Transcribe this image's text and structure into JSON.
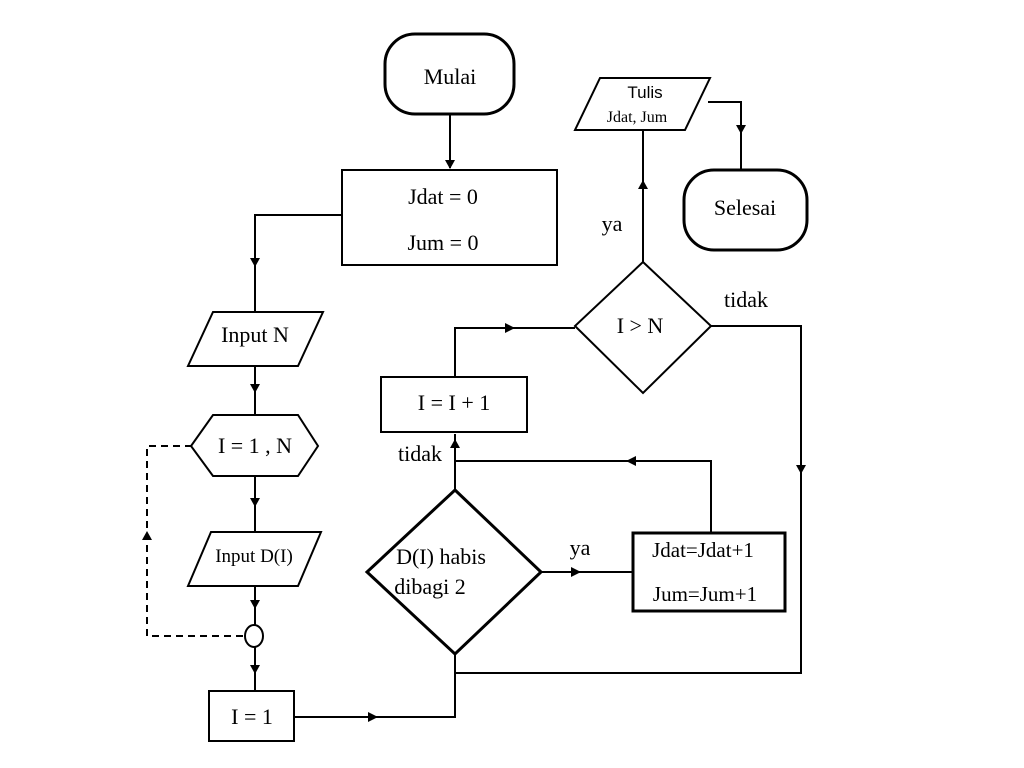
{
  "flowchart": {
    "start": {
      "label": "Mulai"
    },
    "init": {
      "line1": "Jdat = 0",
      "line2": "Jum = 0"
    },
    "input_n": {
      "label": "Input N"
    },
    "loop": {
      "label": "I = 1 , N"
    },
    "input_d": {
      "label": "Input D(I)"
    },
    "set_i": {
      "label": "I = 1"
    },
    "check_even": {
      "line1": "D(I) habis",
      "line2": "dibagi 2"
    },
    "edge_even_yes": {
      "label": "ya"
    },
    "increment": {
      "line1": "Jdat=Jdat+1",
      "line2": "Jum=Jum+1"
    },
    "edge_even_no": {
      "label": "tidak"
    },
    "next_i": {
      "label": "I = I + 1"
    },
    "check_end": {
      "label": "I > N"
    },
    "edge_end_yes": {
      "label": "ya"
    },
    "edge_end_no": {
      "label": "tidak"
    },
    "output": {
      "line1": "Tulis",
      "line2": "Jdat, Jum"
    },
    "end": {
      "label": "Selesai"
    }
  }
}
